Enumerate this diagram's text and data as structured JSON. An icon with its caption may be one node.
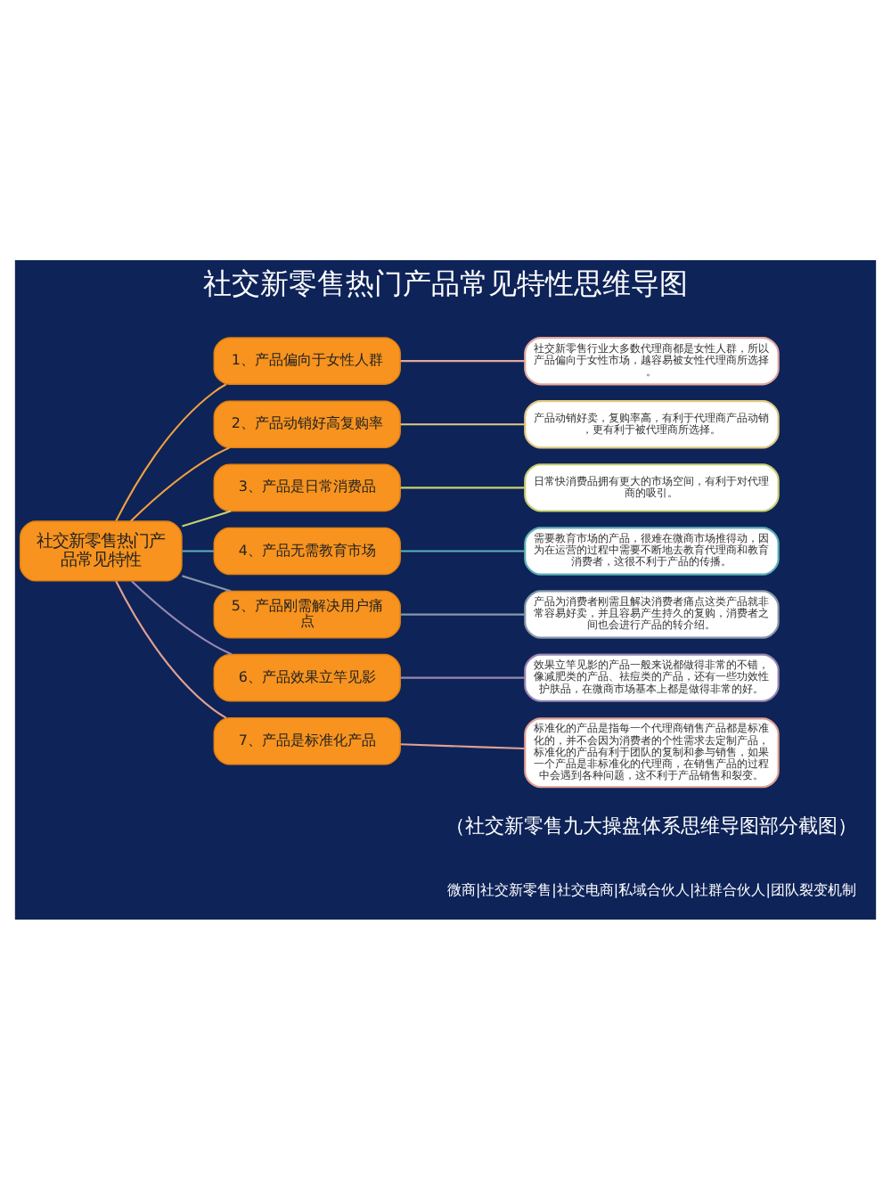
{
  "diagram": {
    "title": "社交新零售热门产品常见特性思维导图",
    "nodes": [
      {
        "text": [
          "社交新零售热门产品常见特性"
        ]
      },
      {
        "text": [
          "1、产品偏向于女性人群"
        ]
      },
      {
        "text": [
          "社交新零售行业大多数代理商都是女性人群，所以产品偏向于女性市场，越容易被女性代理商所选择。"
        ]
      },
      {
        "text": [
          "2、产品动销好高复购率"
        ]
      },
      {
        "text": [
          "产品动销好卖，复购率高，有利于代理商产品动销，更有利于被代理商所选择。"
        ]
      },
      {
        "text": [
          "3、产品是日常消费品"
        ]
      },
      {
        "text": [
          "日常快消费品拥有更大的市场空间，有利于对代理商的吸引。"
        ]
      },
      {
        "text": [
          "4、产品无需教育市场"
        ]
      },
      {
        "text": [
          "需要教育市场的产品，很难在微商市场推得动，因为在运营的过程中需要不断地去教育代理商和教育消费者，这很不利于产品的传播。"
        ]
      },
      {
        "text": [
          "5、产品刚需解决用户痛点"
        ]
      },
      {
        "text": [
          "产品为消费者刚需且解决消费者痛点这类产品就非常容易好卖，并且容易产生持久的复购，消费者之间也会进行产品的转介绍。"
        ]
      },
      {
        "text": [
          "6、产品效果立竿见影"
        ]
      },
      {
        "text": [
          "效果立竿见影的产品一般来说都做得非常的不错，像减肥类的产品、祛痘类的产品，还有一些功效性护肤品，在微商市场基本上都是做得非常的好。"
        ]
      },
      {
        "text": [
          "7、产品是标准化产品"
        ]
      },
      {
        "text": [
          "标准化的产品是指每一个代理商销售产品都是标准化的，并不会因为消费者的个性需求去定制产品，标准化的产品有利于团队的复制和参与销售，如果一个产品是非标准化的代理商，在销售产品的过程中会遇到各种问题，这不利于产品销售和裂变。"
        ]
      }
    ],
    "edges": [
      {
        "from": 0,
        "to": 1,
        "arrow": "none",
        "color": "#f0a040"
      },
      {
        "from": 1,
        "to": 2,
        "arrow": "none",
        "color": "#e0a8a0"
      },
      {
        "from": 0,
        "to": 3,
        "arrow": "none",
        "color": "#f0a040"
      },
      {
        "from": 3,
        "to": 4,
        "arrow": "none",
        "color": "#e0c880"
      },
      {
        "from": 0,
        "to": 5,
        "arrow": "none",
        "color": "#c8d070"
      },
      {
        "from": 5,
        "to": 6,
        "arrow": "none",
        "color": "#c8d070"
      },
      {
        "from": 0,
        "to": 7,
        "arrow": "none",
        "color": "#60b0b8"
      },
      {
        "from": 7,
        "to": 8,
        "arrow": "none",
        "color": "#60b0b8"
      },
      {
        "from": 0,
        "to": 9,
        "arrow": "none",
        "color": "#8898a8"
      },
      {
        "from": 9,
        "to": 10,
        "arrow": "none",
        "color": "#8898a8"
      },
      {
        "from": 0,
        "to": 11,
        "arrow": "none",
        "color": "#9888b0"
      },
      {
        "from": 11,
        "to": 12,
        "arrow": "none",
        "color": "#9888b0"
      },
      {
        "from": 0,
        "to": 13,
        "arrow": "none",
        "color": "#e0a090"
      },
      {
        "from": 13,
        "to": 14,
        "arrow": "none",
        "color": "#e0a090"
      }
    ],
    "labels": [
      "（社交新零售九大操盘体系思维导图部分截图）",
      "微商|社交新零售|社交电商|私域合伙人|社群合伙人|团队裂变机制"
    ]
  }
}
